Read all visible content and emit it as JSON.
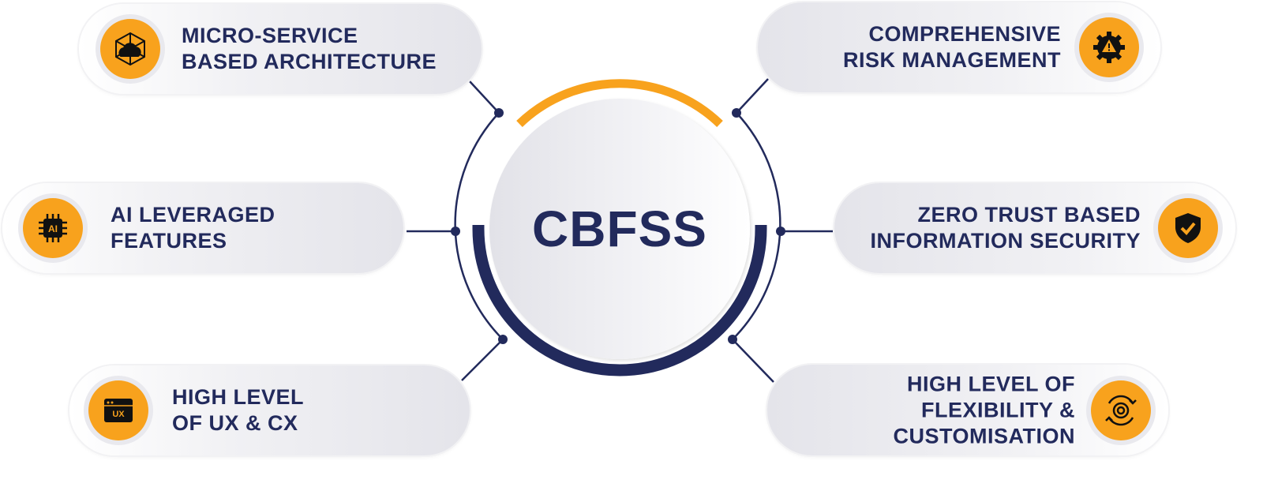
{
  "center": {
    "title": "CBFSS"
  },
  "features": [
    {
      "line1": "MICRO-SERVICE",
      "line2": "BASED ARCHITECTURE",
      "icon": "cloud-network-icon"
    },
    {
      "line1": "COMPREHENSIVE",
      "line2": "RISK MANAGEMENT",
      "icon": "gear-warning-icon"
    },
    {
      "line1": "AI LEVERAGED",
      "line2": "FEATURES",
      "icon": "ai-chip-icon"
    },
    {
      "line1": "ZERO TRUST BASED",
      "line2": "INFORMATION SECURITY",
      "icon": "shield-check-icon"
    },
    {
      "line1": "HIGH LEVEL",
      "line2": "OF UX & CX",
      "icon": "ux-window-icon"
    },
    {
      "line1": "HIGH LEVEL OF",
      "line2": "FLEXIBILITY &",
      "line3": "CUSTOMISATION",
      "icon": "gear-arrows-icon"
    }
  ],
  "colors": {
    "navy": "#222a5c",
    "orange": "#f8a21d"
  }
}
